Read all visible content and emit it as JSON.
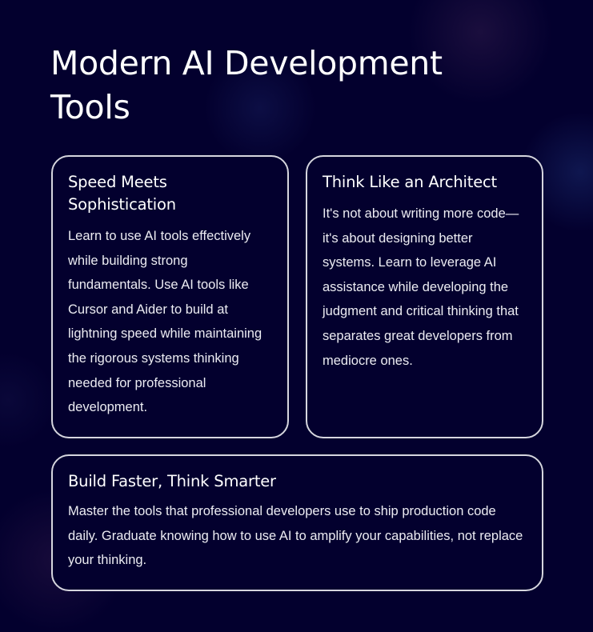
{
  "page": {
    "title": "Modern AI Development Tools",
    "background_color": "#03002e",
    "border_color": "#d6d6de"
  },
  "cards": [
    {
      "title": "Speed Meets Sophistication",
      "body": "Learn to use AI tools effectively while building strong fundamentals. Use AI tools like Cursor and Aider to build at lightning speed while maintaining the rigorous systems thinking needed for professional development."
    },
    {
      "title": "Think Like an Architect",
      "body": "It's not about writing more code—it's about designing better systems. Learn to leverage AI assistance while developing the judgment and critical thinking that separates great developers from mediocre ones."
    },
    {
      "title": "Build Faster, Think Smarter",
      "body": "Master the tools that professional developers use to ship production code daily. Graduate knowing how to use AI to amplify your capabilities, not replace your thinking."
    }
  ]
}
